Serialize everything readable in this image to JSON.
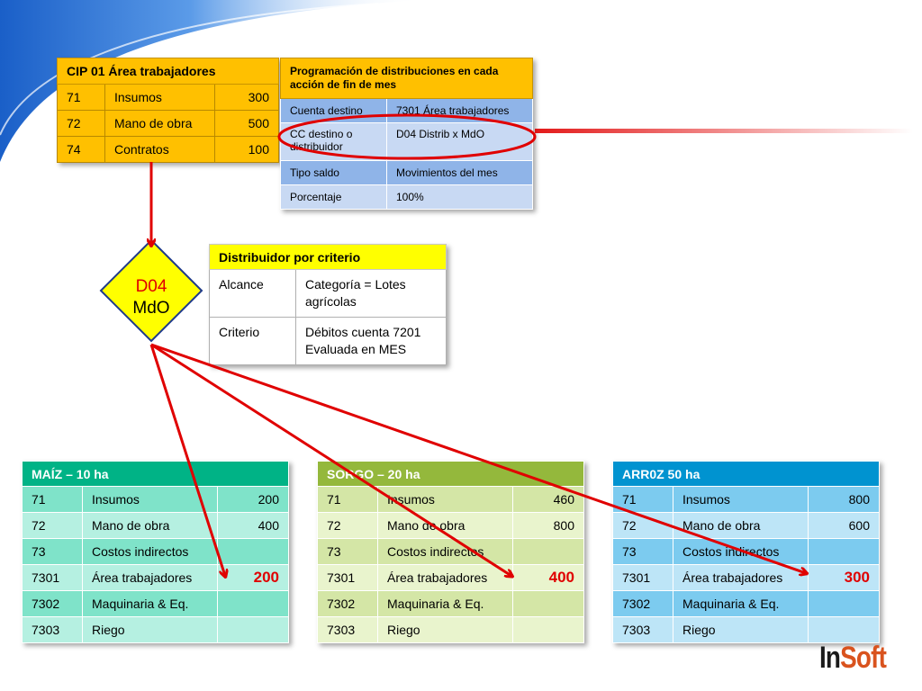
{
  "colors": {
    "accent_red": "#e00000",
    "cip_header": "#ffc000",
    "maiz": "#00b386",
    "sorgo": "#94b83c",
    "arroz": "#0093d0"
  },
  "cip": {
    "title": "CIP 01 Área trabajadores",
    "rows": [
      {
        "code": "71",
        "name": "Insumos",
        "value": "300"
      },
      {
        "code": "72",
        "name": "Mano de obra",
        "value": "500"
      },
      {
        "code": "74",
        "name": "Contratos",
        "value": "100"
      }
    ]
  },
  "programacion": {
    "title": "Programación de distribuciones en cada acción de fin de mes",
    "rows": [
      {
        "label": "Cuenta destino",
        "value": "7301 Área trabajadores"
      },
      {
        "label": "CC destino o distribuidor",
        "value": "D04 Distrib x MdO"
      },
      {
        "label": "Tipo saldo",
        "value": "Movimientos del mes"
      },
      {
        "label": "Porcentaje",
        "value": "100%"
      }
    ]
  },
  "diamond": {
    "line1": "D04",
    "line2": "MdO"
  },
  "distribuidor": {
    "title": "Distribuidor por criterio",
    "rows": [
      {
        "label": "Alcance",
        "value": "Categoría = Lotes agrícolas"
      },
      {
        "label": "Criterio",
        "value": "Débitos cuenta 7201 Evaluada en MES"
      }
    ]
  },
  "maiz": {
    "title": "MAÍZ – 10 ha",
    "rows": [
      {
        "code": "71",
        "name": "Insumos",
        "value": "200"
      },
      {
        "code": "72",
        "name": "Mano de obra",
        "value": "400"
      },
      {
        "code": "73",
        "name": "Costos indirectos",
        "value": ""
      },
      {
        "code": "7301",
        "name": "Área trabajadores",
        "value": "200"
      },
      {
        "code": "7302",
        "name": "Maquinaria & Eq.",
        "value": ""
      },
      {
        "code": "7303",
        "name": "Riego",
        "value": ""
      }
    ]
  },
  "sorgo": {
    "title": "SORGO – 20 ha",
    "rows": [
      {
        "code": "71",
        "name": "Insumos",
        "value": "460"
      },
      {
        "code": "72",
        "name": "Mano de obra",
        "value": "800"
      },
      {
        "code": "73",
        "name": "Costos indirectos",
        "value": ""
      },
      {
        "code": "7301",
        "name": "Área trabajadores",
        "value": "400"
      },
      {
        "code": "7302",
        "name": "Maquinaria & Eq.",
        "value": ""
      },
      {
        "code": "7303",
        "name": "Riego",
        "value": ""
      }
    ]
  },
  "arroz": {
    "title": "ARR0Z 50 ha",
    "rows": [
      {
        "code": "71",
        "name": "Insumos",
        "value": "800"
      },
      {
        "code": "72",
        "name": "Mano de obra",
        "value": "600"
      },
      {
        "code": "73",
        "name": "Costos indirectos",
        "value": ""
      },
      {
        "code": "7301",
        "name": "Área trabajadores",
        "value": "300"
      },
      {
        "code": "7302",
        "name": "Maquinaria & Eq.",
        "value": ""
      },
      {
        "code": "7303",
        "name": "Riego",
        "value": ""
      }
    ]
  },
  "logo": {
    "part1": "In",
    "part2": "Soft"
  }
}
